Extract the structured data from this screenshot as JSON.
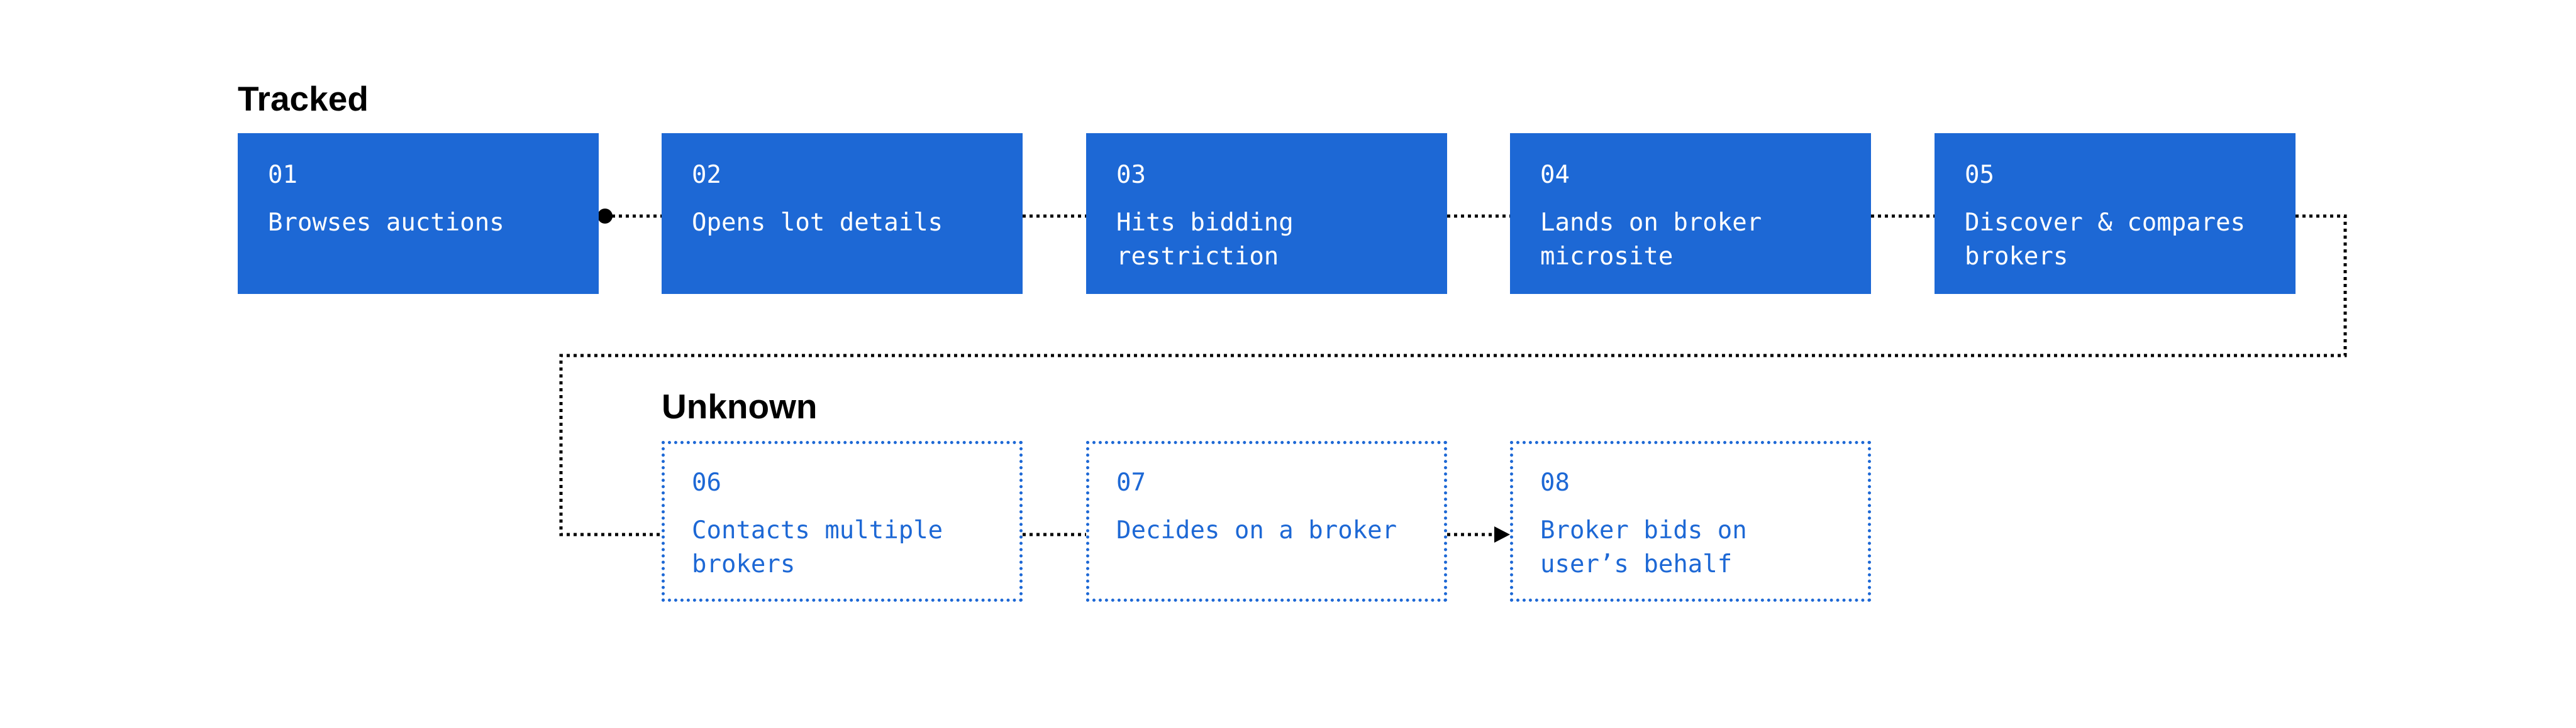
{
  "sections": {
    "tracked": {
      "title": "Tracked"
    },
    "unknown": {
      "title": "Unknown"
    }
  },
  "steps": [
    {
      "number": "01",
      "label": "Browses auctions",
      "group": "tracked"
    },
    {
      "number": "02",
      "label": "Opens lot details",
      "group": "tracked"
    },
    {
      "number": "03",
      "label": "Hits bidding restriction",
      "group": "tracked"
    },
    {
      "number": "04",
      "label": "Lands on broker microsite",
      "group": "tracked"
    },
    {
      "number": "05",
      "label": "Discover & compares brokers",
      "group": "tracked"
    },
    {
      "number": "06",
      "label": "Contacts multiple brokers",
      "group": "unknown"
    },
    {
      "number": "07",
      "label": "Decides on a broker",
      "group": "unknown"
    },
    {
      "number": "08",
      "label": "Broker bids on user’s behalf",
      "group": "unknown"
    }
  ],
  "colors": {
    "tracked_fill": "#1d68d5",
    "tracked_text": "#ffffff",
    "unknown_border": "#1d68d5",
    "unknown_text": "#1d68d5",
    "connector": "#000000"
  }
}
